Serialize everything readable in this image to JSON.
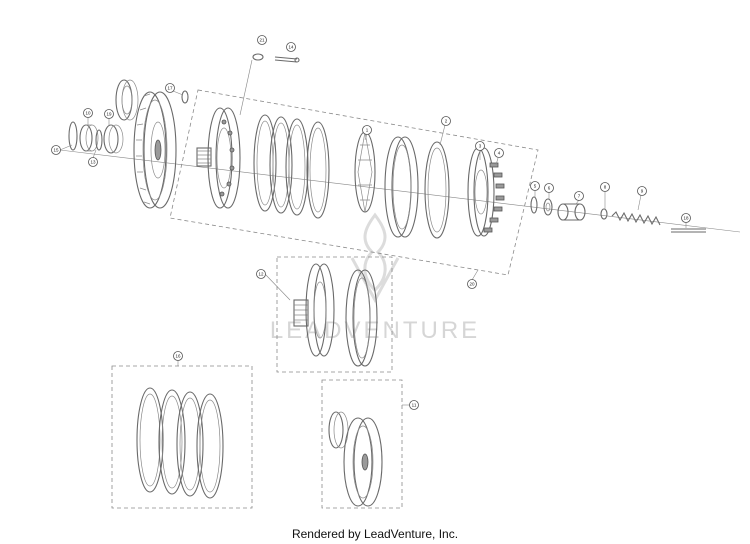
{
  "watermark": {
    "text": "LEADVENTURE"
  },
  "footer": {
    "text": "Rendered by LeadVenture, Inc."
  },
  "callouts": [
    {
      "id": "c1",
      "label": "1"
    },
    {
      "id": "c2",
      "label": "2"
    },
    {
      "id": "c3",
      "label": "3"
    },
    {
      "id": "c4",
      "label": "4"
    },
    {
      "id": "c5",
      "label": "5"
    },
    {
      "id": "c6",
      "label": "6"
    },
    {
      "id": "c7",
      "label": "7"
    },
    {
      "id": "c8",
      "label": "8"
    },
    {
      "id": "c9",
      "label": "9"
    },
    {
      "id": "c10",
      "label": "10"
    },
    {
      "id": "c11",
      "label": "11"
    },
    {
      "id": "c12",
      "label": "12"
    },
    {
      "id": "c13",
      "label": "13"
    },
    {
      "id": "c14",
      "label": "14"
    },
    {
      "id": "c15",
      "label": "15"
    },
    {
      "id": "c16",
      "label": "16"
    },
    {
      "id": "c17",
      "label": "17"
    },
    {
      "id": "c18",
      "label": "18"
    },
    {
      "id": "c19",
      "label": "19"
    },
    {
      "id": "c20",
      "label": "20"
    },
    {
      "id": "c21",
      "label": "21"
    },
    {
      "id": "c22",
      "label": "22"
    }
  ]
}
